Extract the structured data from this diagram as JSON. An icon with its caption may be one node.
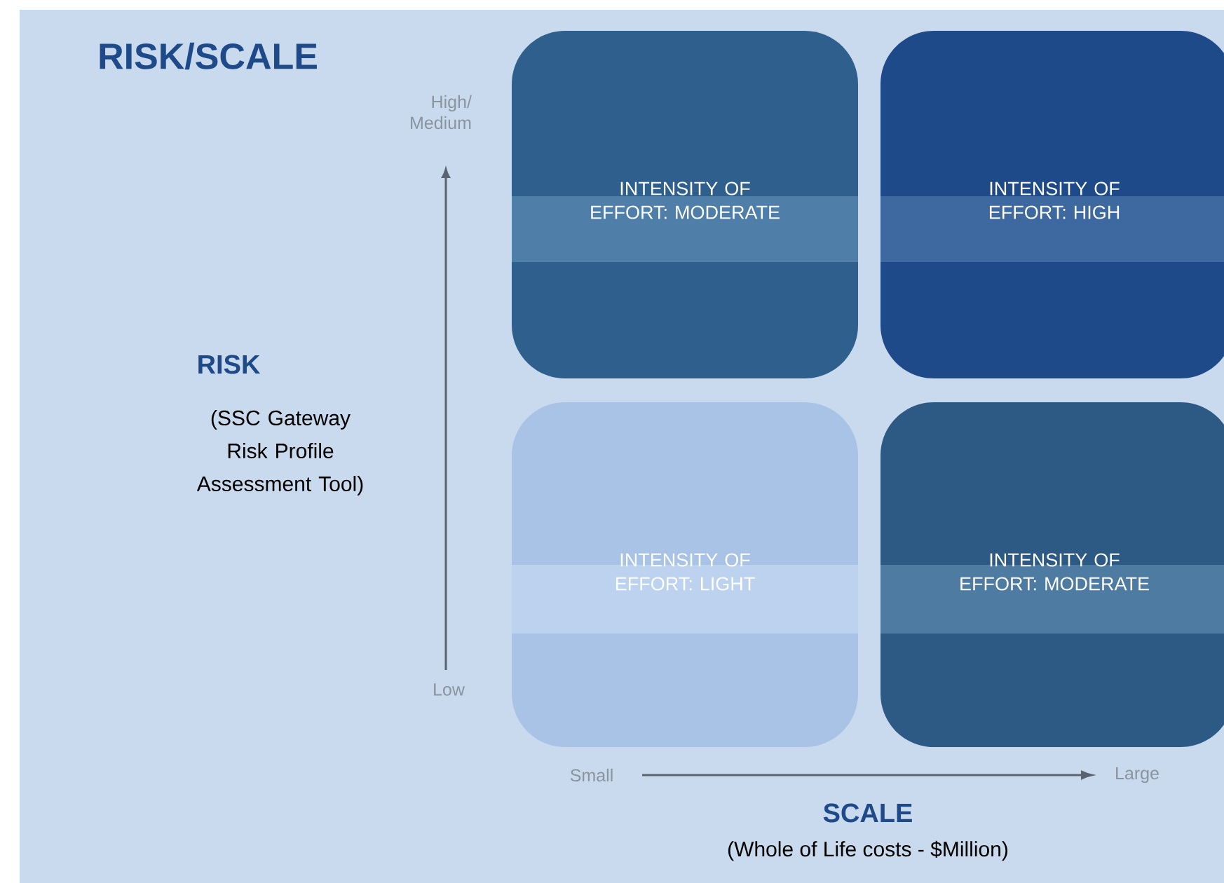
{
  "diagram": {
    "title": "RISK/SCALE",
    "nodes": [
      {
        "text": [
          "INTENSITY OF EFFORT: MODERATE"
        ]
      },
      {
        "text": [
          "INTENSITY OF EFFORT: HIGH"
        ]
      },
      {
        "text": [
          "INTENSITY OF EFFORT: LIGHT"
        ]
      },
      {
        "text": [
          "INTENSITY OF EFFORT: MODERATE"
        ]
      }
    ],
    "labels": [
      "High/ Medium",
      "RISK",
      "(SSC Gateway Risk Profile Assessment Tool)",
      "Low",
      "Small",
      "Large",
      "SCALE",
      "(Whole of Life costs - $Million)"
    ]
  }
}
